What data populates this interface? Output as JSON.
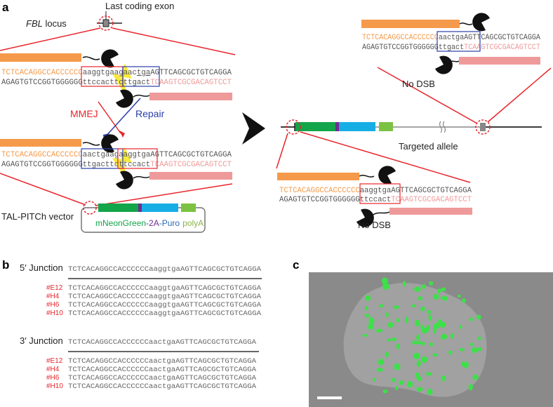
{
  "colors": {
    "orange": "#f59a4a",
    "pink": "#ef9a9a",
    "red": "#e8262c",
    "blue": "#2b3ea8",
    "green": "#13a54a",
    "purple": "#6e2d91",
    "cyan": "#17aee6",
    "light_green": "#7cc242",
    "gray_seq": "#555555",
    "yellow": "#f7e61c"
  },
  "panel_a": {
    "label": "a",
    "exon_label": "Last coding exon",
    "locus_label_italic": "FBL",
    "locus_label": " locus",
    "block1": {
      "top": [
        {
          "text": "TCTCACAGGCCACCCCCC",
          "color": "orange"
        },
        {
          "text": "aaggtgaagaac",
          "color": "gray"
        },
        {
          "text": "tga",
          "color": "gray",
          "underline": true
        },
        {
          "text": "AGTTCAGCGCTGTCAGGA",
          "color": "gray"
        }
      ],
      "bottom": [
        {
          "text": "AGAGTGTCCGGTGGGGGG",
          "color": "gray"
        },
        {
          "text": "ttccacttcttgact",
          "color": "gray"
        },
        {
          "text": "TCAAGTCGCGACAGTCCT",
          "color": "pink"
        }
      ]
    },
    "mmej_label": "MMEJ",
    "repair_label": "Repair",
    "block2": {
      "top": [
        {
          "text": "TCTCACAGGCCACCCCCC",
          "color": "orange"
        },
        {
          "text": "aactgaagaaggtgaAGTTCAGCGCTGTCAGGA",
          "color": "gray"
        }
      ],
      "bottom": [
        {
          "text": "AGAGTGTCCGGTGGGGGG",
          "color": "gray"
        },
        {
          "text": "ttgacttcttccact",
          "color": "gray"
        },
        {
          "text": "TCAAGTCGCGACAGTCCT",
          "color": "pink"
        }
      ]
    },
    "vector_label": "TAL-PITCh vector",
    "cassette": {
      "mneongreen": "mNeonGreen",
      "dash1": "-",
      "p2a": "2A",
      "dash2": "-",
      "puro": "Puro",
      "polya": "polyA"
    },
    "targeted_allele_label": "Targeted allele",
    "right_top": {
      "top": [
        {
          "text": "TCTCACAGGCCACCCCCC",
          "color": "orange"
        },
        {
          "text": "aactgaAGTTCAGCGCTGTCAGGA",
          "color": "gray"
        }
      ],
      "bottom": [
        {
          "text": "AGAGTGTCCGGTGGGGGG",
          "color": "gray"
        },
        {
          "text": "ttgact",
          "color": "gray"
        },
        {
          "text": "TCAAGTCGCGACAGTCCT",
          "color": "pink"
        }
      ],
      "note": "No DSB"
    },
    "right_bottom": {
      "top": [
        {
          "text": "TCTCACAGGCCACCCCCC",
          "color": "orange"
        },
        {
          "text": "aaggtgaAGTTCAGCGCTGTCAGGA",
          "color": "gray"
        }
      ],
      "bottom": [
        {
          "text": "AGAGTGTCCGGTGGGGGG",
          "color": "gray"
        },
        {
          "text": "ttccact",
          "color": "gray"
        },
        {
          "text": "TCAAGTCGCGACAGTCCT",
          "color": "pink"
        }
      ],
      "note": "No DSB"
    }
  },
  "panel_b": {
    "label": "b",
    "junction5": {
      "title": "5′ Junction",
      "reference": "TCTCACAGGCCACCCCCCaaggtgaAGTTCAGCGCTGTCAGGA",
      "clones": [
        {
          "id": "#E12",
          "seq": "TCTCACAGGCCACCCCCCaaggtgaAGTTCAGCGCTGTCAGGA"
        },
        {
          "id": "#H4",
          "seq": "TCTCACAGGCCACCCCCCaaggtgaAGTTCAGCGCTGTCAGGA"
        },
        {
          "id": "#H6",
          "seq": "TCTCACAGGCCACCCCCCaaggtgaAGTTCAGCGCTGTCAGGA"
        },
        {
          "id": "#H10",
          "seq": "TCTCACAGGCCACCCCCCaaggtgaAGTTCAGCGCTGTCAGGA"
        }
      ]
    },
    "junction3": {
      "title": "3′ Junction",
      "reference": "TCTCACAGGCCACCCCCCaactgaAGTTCAGCGCTGTCAGGA",
      "clones": [
        {
          "id": "#E12",
          "seq": "TCTCACAGGCCACCCCCCaactgaAGTTCAGCGCTGTCAGGA"
        },
        {
          "id": "#H4",
          "seq": "TCTCACAGGCCACCCCCCaactgaAGTTCAGCGCTGTCAGGA"
        },
        {
          "id": "#H6",
          "seq": "TCTCACAGGCCACCCCCCaactgaAGTTCAGCGCTGTCAGGA"
        },
        {
          "id": "#H10",
          "seq": "TCTCACAGGCCACCCCCCaactgaAGTTCAGCGCTGTCAGGA"
        }
      ]
    }
  },
  "panel_c": {
    "label": "c"
  }
}
